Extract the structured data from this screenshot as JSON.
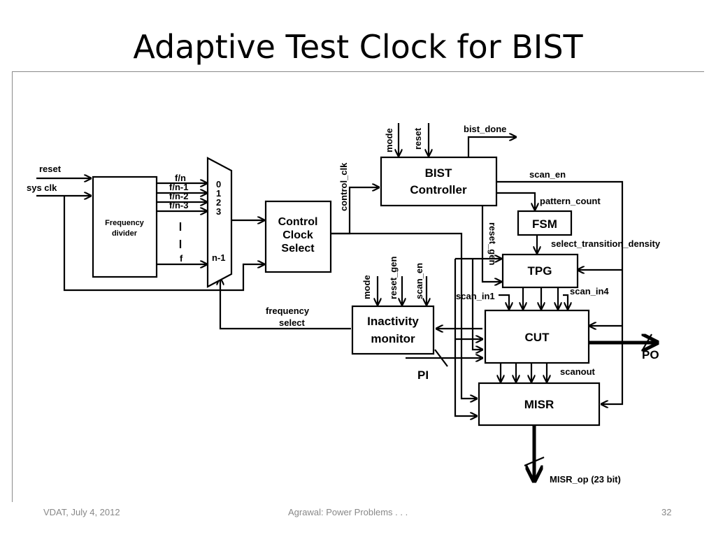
{
  "slide": {
    "title": "Adaptive Test Clock for BIST",
    "footer_left": "VDAT, July 4, 2012",
    "footer_center": "Agrawal: Power Problems . . .",
    "footer_right": "32"
  },
  "diagram": {
    "blocks": {
      "freq_divider": [
        "Frequency",
        "divider"
      ],
      "control_clock_select": [
        "Control",
        "Clock",
        "Select"
      ],
      "bist_controller": [
        "BIST",
        "Controller"
      ],
      "fsm": "FSM",
      "tpg": "TPG",
      "inactivity_monitor": [
        "Inactivity",
        "monitor"
      ],
      "cut": "CUT",
      "misr": "MISR"
    },
    "mux_inputs": [
      "0",
      "1",
      "2",
      "3",
      "n-1"
    ],
    "signals": {
      "reset": "reset",
      "sys_clk": "sys clk",
      "f_n": "f/n",
      "f_n1": "f/n-1",
      "f_n2": "f/n-2",
      "f_n3": "f/n-3",
      "f": "f",
      "control_clk": "control_clk",
      "mode": "mode",
      "reset_top": "reset",
      "bist_done": "bist_done",
      "scan_en": "scan_en",
      "pattern_count": "pattern_count",
      "select_transition_density": "select_transition_density",
      "reset_gen": "reset_gen",
      "mode_im": "mode",
      "reset_gen_im": "reset_gen",
      "scan_en_im": "scan_en",
      "frequency_select": [
        "frequency",
        "select"
      ],
      "scan_in1": "scan_in1",
      "scan_in4": "scan_in4",
      "scanout": "scanout",
      "pi": "PI",
      "po": "PO",
      "misr_op": "MISR_op (23 bit)"
    }
  }
}
